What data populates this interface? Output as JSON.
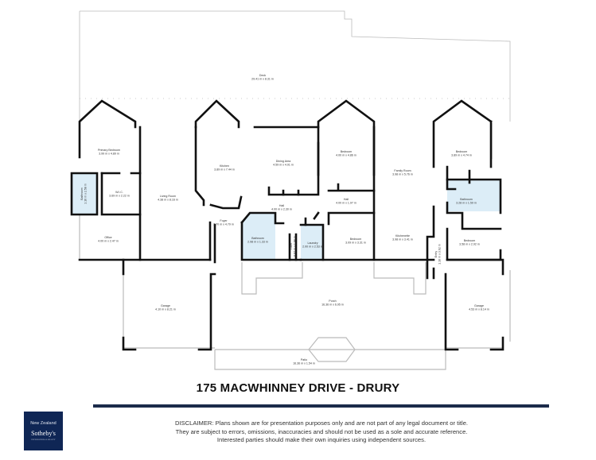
{
  "rooms": {
    "deck": {
      "name": "Deck",
      "dims": "29.41 m x 8.31 m"
    },
    "primary_bedroom": {
      "name": "Primary Bedroom",
      "dims": "3.99 m x 4.89 m"
    },
    "ensuite": {
      "name": "Bathroom",
      "dims": "1.16 m x 2.58 m"
    },
    "wic": {
      "name": "W.I.C.",
      "dims": "3.69 m x 2.22 m"
    },
    "living": {
      "name": "Living Room",
      "dims": "4.38 m x 8.16 m"
    },
    "office": {
      "name": "Office",
      "dims": "4.00 m x 2.47 m"
    },
    "kitchen": {
      "name": "Kitchen",
      "dims": "3.89 m x 7.44 m"
    },
    "dining": {
      "name": "Dining Area",
      "dims": "4.59 m x 4.91 m"
    },
    "hall1": {
      "name": "Hall",
      "dims": "4.00 m x 2.30 m"
    },
    "foyer": {
      "name": "Foyer",
      "dims": "3.70 m x 4.79 m"
    },
    "bathroom1": {
      "name": "Bathroom",
      "dims": "2.98 m x 1.33 m"
    },
    "toilet": {
      "name": "Toilet",
      "dims": "0.97 m x 1.98 m"
    },
    "laundry": {
      "name": "Laundry",
      "dims": "2.00 m x 2.53 m"
    },
    "bedroom2": {
      "name": "Bedroom",
      "dims": "4.00 m x 4.86 m"
    },
    "hall2": {
      "name": "Hall",
      "dims": "4.00 m x 1.97 m"
    },
    "bedroom3": {
      "name": "Bedroom",
      "dims": "3.09 m x 3.31 m"
    },
    "family": {
      "name": "Family Room",
      "dims": "3.98 m x 5.76 m"
    },
    "kitchenette": {
      "name": "Kitchenette",
      "dims": "3.98 m x 3.41 m"
    },
    "bedroom4": {
      "name": "Bedroom",
      "dims": "3.89 m x 4.74 m"
    },
    "bathroom2": {
      "name": "Bathroom",
      "dims": "3.28 m x 1.59 m"
    },
    "bedroom5": {
      "name": "Bedroom",
      "dims": "3.58 m x 2.92 m"
    },
    "entry": {
      "name": "Entry",
      "dims": "1.10 m x 3.62 m"
    },
    "garage1": {
      "name": "Garage",
      "dims": "4.10 m x 8.21 m"
    },
    "porch": {
      "name": "Porch",
      "dims": "16.36 m x 6.95 m"
    },
    "garage2": {
      "name": "Garage",
      "dims": "4.53 m x 8.14 m"
    },
    "patio": {
      "name": "Patio",
      "dims": "16.36 m x 1.54 m"
    }
  },
  "colors": {
    "wall": "#111111",
    "wet_area": "#dcedf7",
    "brand": "#0f2655",
    "rule": "#1b2a4a"
  },
  "title": "175 MACWHINNEY DRIVE - DRURY",
  "disclaimer": [
    "DISCLAIMER: Plans shown are for presentation purposes only and are not part of any legal document or title.",
    "They are subject to errors, omissions, inaccuracies and should not be used as a sole and accurate reference.",
    "Interested parties should make their own inquiries using independent sources."
  ],
  "logo": {
    "line1": "New Zealand",
    "line2": "Sotheby's",
    "line3": "INTERNATIONAL REALTY"
  }
}
